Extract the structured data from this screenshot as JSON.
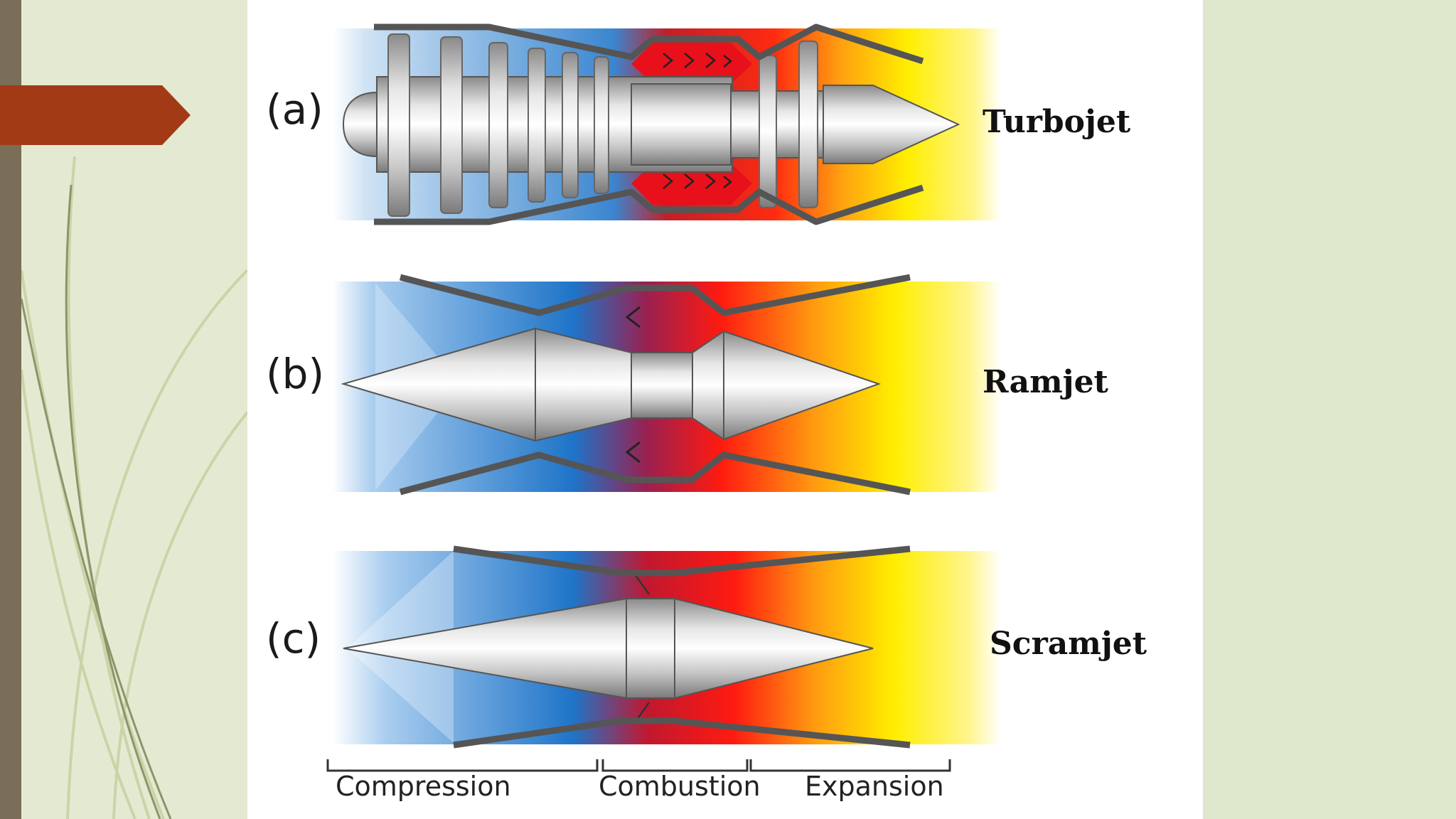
{
  "slide": {
    "background": "#e4ead2",
    "left_bar_color": "#7a6e58",
    "arrow_color": "#a33a16",
    "arrow_icon": "chevron-arrow"
  },
  "figure": {
    "panels": [
      {
        "label": "(a)",
        "name": "Turbojet"
      },
      {
        "label": "(b)",
        "name": "Ramjet"
      },
      {
        "label": "(c)",
        "name": "Scramjet"
      }
    ],
    "stages": [
      "Compression",
      "Combustion",
      "Expansion"
    ],
    "colors": {
      "cold": "#1e74c8",
      "hot": "#ff1a10",
      "exhaust": "#ffee00",
      "metal": "#b8b8b8",
      "casing": "#555555"
    }
  }
}
